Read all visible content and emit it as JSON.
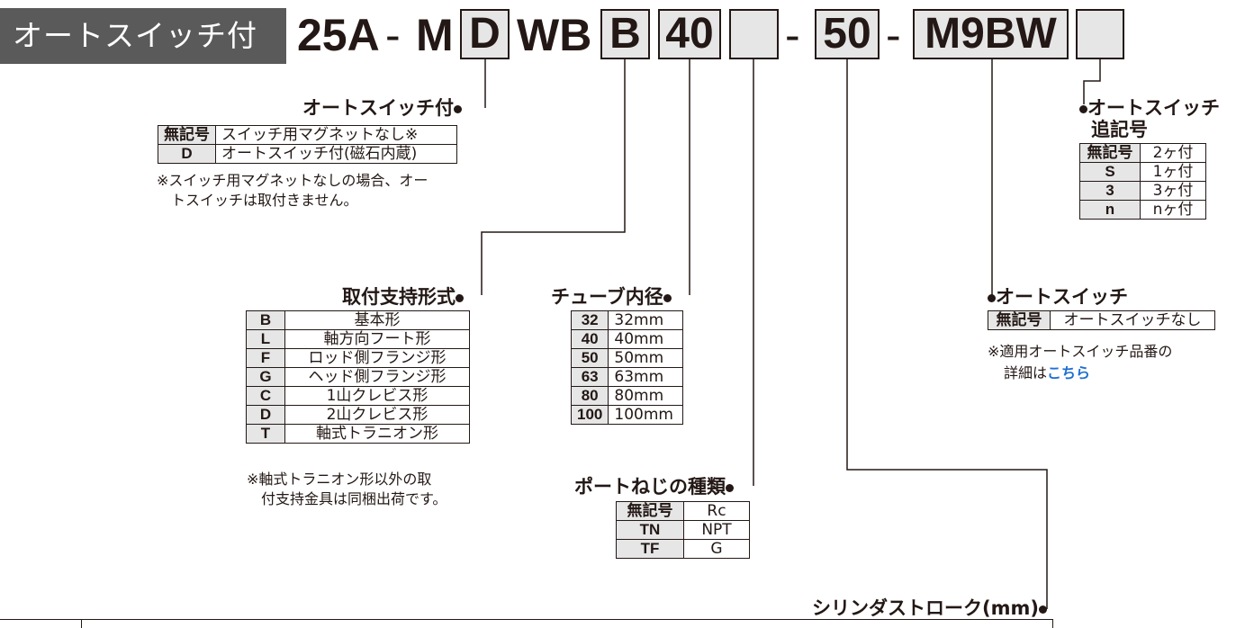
{
  "header": {
    "badge": "オートスイッチ付",
    "prefix": "25A",
    "dash1": "-",
    "m": "M",
    "box_d": "D",
    "wb": "WB",
    "box_b": "B",
    "box_40": "40",
    "box_blank1": "",
    "dash2": "-",
    "box_50": "50",
    "dash3": "-",
    "box_m9bw": "M9BW",
    "box_blank2": ""
  },
  "auto_switch_attach": {
    "title": "オートスイッチ付",
    "rows": [
      {
        "key": "無記号",
        "value": "スイッチ用マグネットなし※"
      },
      {
        "key": "D",
        "value": "オートスイッチ付(磁石内蔵)"
      }
    ],
    "note1": "※スイッチ用マグネットなしの場合、オー",
    "note2": "トスイッチは取付きません。"
  },
  "mounting": {
    "title": "取付支持形式",
    "rows": [
      {
        "key": "B",
        "value": "基本形"
      },
      {
        "key": "L",
        "value": "軸方向フート形"
      },
      {
        "key": "F",
        "value": "ロッド側フランジ形"
      },
      {
        "key": "G",
        "value": "ヘッド側フランジ形"
      },
      {
        "key": "C",
        "value": "1山クレビス形"
      },
      {
        "key": "D",
        "value": "2山クレビス形"
      },
      {
        "key": "T",
        "value": "軸式トラニオン形"
      }
    ],
    "note1": "※軸式トラニオン形以外の取",
    "note2": "付支持金具は同梱出荷です。"
  },
  "bore": {
    "title": "チューブ内径",
    "rows": [
      {
        "key": "32",
        "value": "32mm"
      },
      {
        "key": "40",
        "value": "40mm"
      },
      {
        "key": "50",
        "value": "50mm"
      },
      {
        "key": "63",
        "value": "63mm"
      },
      {
        "key": "80",
        "value": "80mm"
      },
      {
        "key": "100",
        "value": "100mm"
      }
    ]
  },
  "port": {
    "title": "ポートねじの種類",
    "rows": [
      {
        "key": "無記号",
        "value": "Rc"
      },
      {
        "key": "TN",
        "value": "NPT"
      },
      {
        "key": "TF",
        "value": "G"
      }
    ]
  },
  "switch_count": {
    "title1": "オートスイッチ",
    "title2": "追記号",
    "rows": [
      {
        "key": "無記号",
        "value": "2ヶ付"
      },
      {
        "key": "S",
        "value": "1ヶ付"
      },
      {
        "key": "3",
        "value": "3ヶ付"
      },
      {
        "key": "n",
        "value": "nヶ付"
      }
    ]
  },
  "auto_switch": {
    "title": "オートスイッチ",
    "rows": [
      {
        "key": "無記号",
        "value": "オートスイッチなし"
      }
    ],
    "note1": "※適用オートスイッチ品番の",
    "note2_prefix": "詳細は",
    "note2_link": "こちら"
  },
  "stroke": {
    "title": "シリンダストローク(mm)"
  },
  "colors": {
    "badge_bg": "#5a5a5a",
    "box_fill": "#e6e6e6",
    "line": "#231815",
    "link": "#1f6fd1"
  }
}
